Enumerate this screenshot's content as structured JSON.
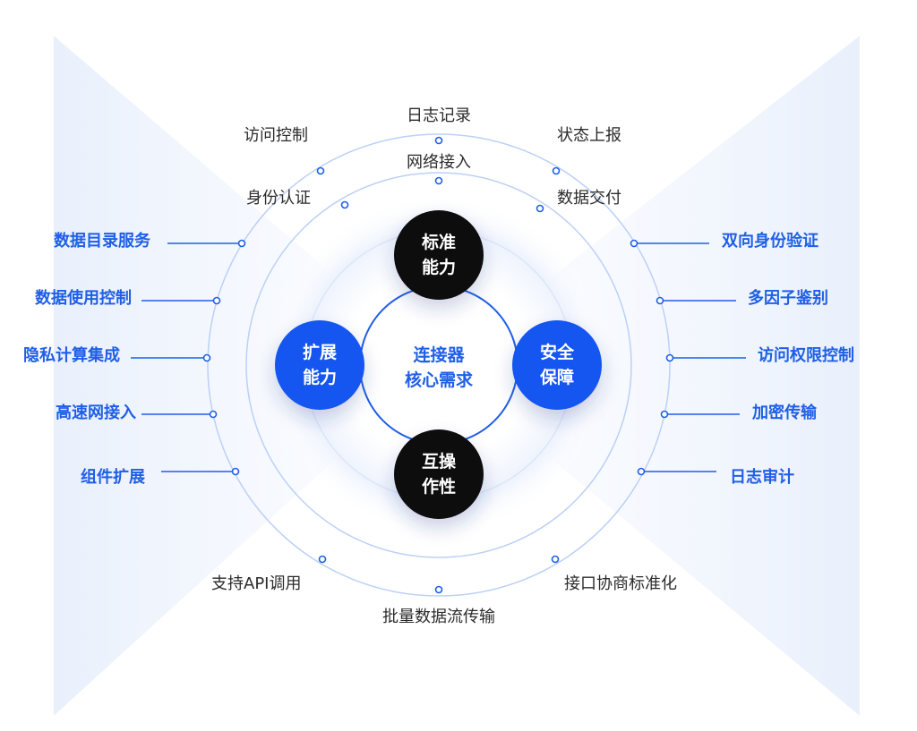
{
  "center": {
    "line1": "连接器",
    "line2": "核心需求"
  },
  "nodes": {
    "top": {
      "line1": "标准",
      "line2": "能力",
      "color": "#0a0a0a"
    },
    "left": {
      "line1": "扩展",
      "line2": "能力",
      "color": "#1256f0"
    },
    "right": {
      "line1": "安全",
      "line2": "保障",
      "color": "#1256f0"
    },
    "bottom": {
      "line1": "互操",
      "line2": "作性",
      "color": "#0a0a0a"
    }
  },
  "outer_labels": {
    "top": "日志记录",
    "top_left": "访问控制",
    "top_right": "状态上报",
    "bottom": "批量数据流传输",
    "bottom_left": "支持API调用",
    "bottom_right": "接口协商标准化"
  },
  "inner_labels": {
    "top": "网络接入",
    "top_left": "身份认证",
    "top_right": "数据交付"
  },
  "left_features": [
    "数据目录服务",
    "数据使用控制",
    "隐私计算集成",
    "高速网接入",
    "组件扩展"
  ],
  "right_features": [
    "双向身份验证",
    "多因子鉴别",
    "访问权限控制",
    "加密传输",
    "日志审计"
  ],
  "colors": {
    "accent": "#1f5fe6",
    "ring": "#bcd0f7",
    "dark": "#0a0a0a"
  }
}
